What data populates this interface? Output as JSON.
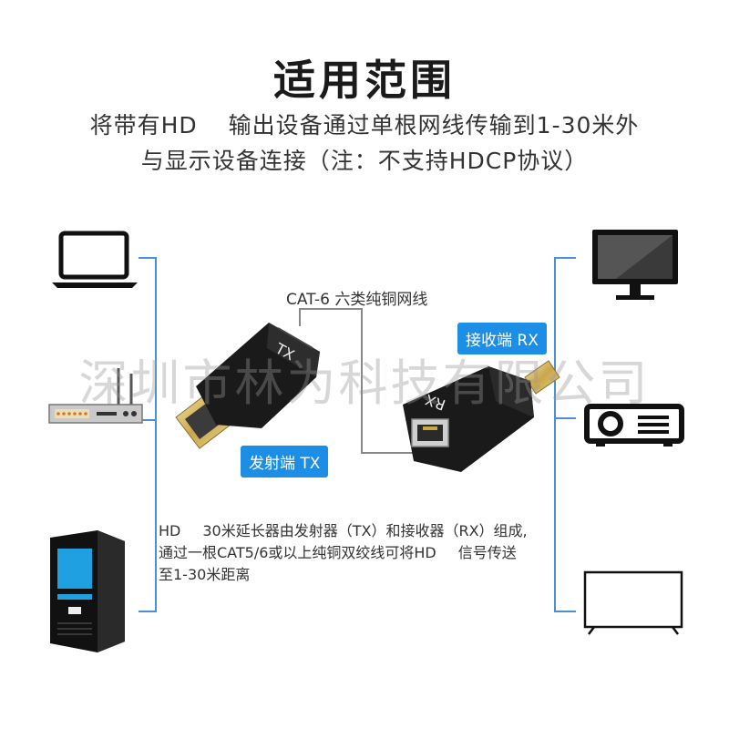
{
  "title": "适用范围",
  "subtitle": {
    "line1_a": "将带有HD",
    "line1_b": "输出设备通过单根网线传输到1-30米外",
    "line2": "与显示设备连接（注：不支持HDCP协议）"
  },
  "watermark": "深圳市林为科技有限公司",
  "cable_label": "CAT-6 六类纯铜网线",
  "receiver_tag": "接收端 RX",
  "transmitter_tag": "发射端 TX",
  "transmitter_mark": "TX",
  "receiver_mark": "RX",
  "description": {
    "line1_a": "HD",
    "line1_b": "30米延长器由发射器（TX）和接收器（RX）组成,",
    "line2_a": "通过一根CAT5/6或以上纯铜双绞线可将HD",
    "line2_b": "信号传送",
    "line3": "至1-30米距离"
  },
  "source_devices": [
    "laptop-icon",
    "set-top-box-icon",
    "desktop-pc-icon"
  ],
  "display_devices": [
    "monitor-icon",
    "projector-icon",
    "tv-icon"
  ],
  "colors": {
    "accent": "#1c8ee6",
    "line": "#4a90d9",
    "device": "#111111"
  }
}
